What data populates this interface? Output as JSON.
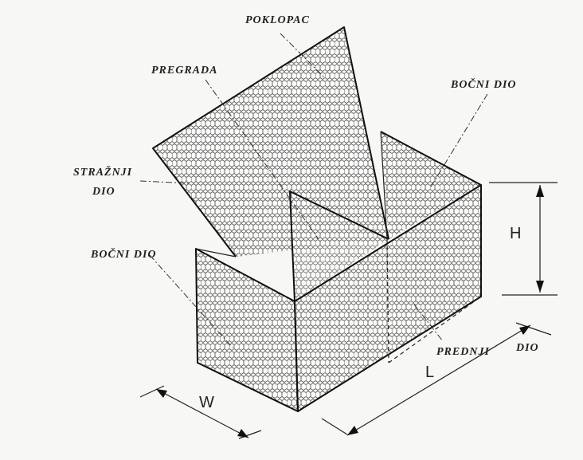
{
  "labels": {
    "poklopac": "POKLOPAC",
    "pregrada": "PREGRADA",
    "bocni_dio_right": "BOČNI DIO",
    "strazni": "STRAŽNJI",
    "strazni_dio": "DIO",
    "bocni_dio_left": "BOČNI DIO",
    "prednji": "PREDNJI",
    "prednji_dio": "DIO"
  },
  "dimensions": {
    "height": "H",
    "length": "L",
    "width": "W"
  },
  "colors": {
    "line": "#111111",
    "mesh": "#555555",
    "background": "#f7f7f5"
  }
}
